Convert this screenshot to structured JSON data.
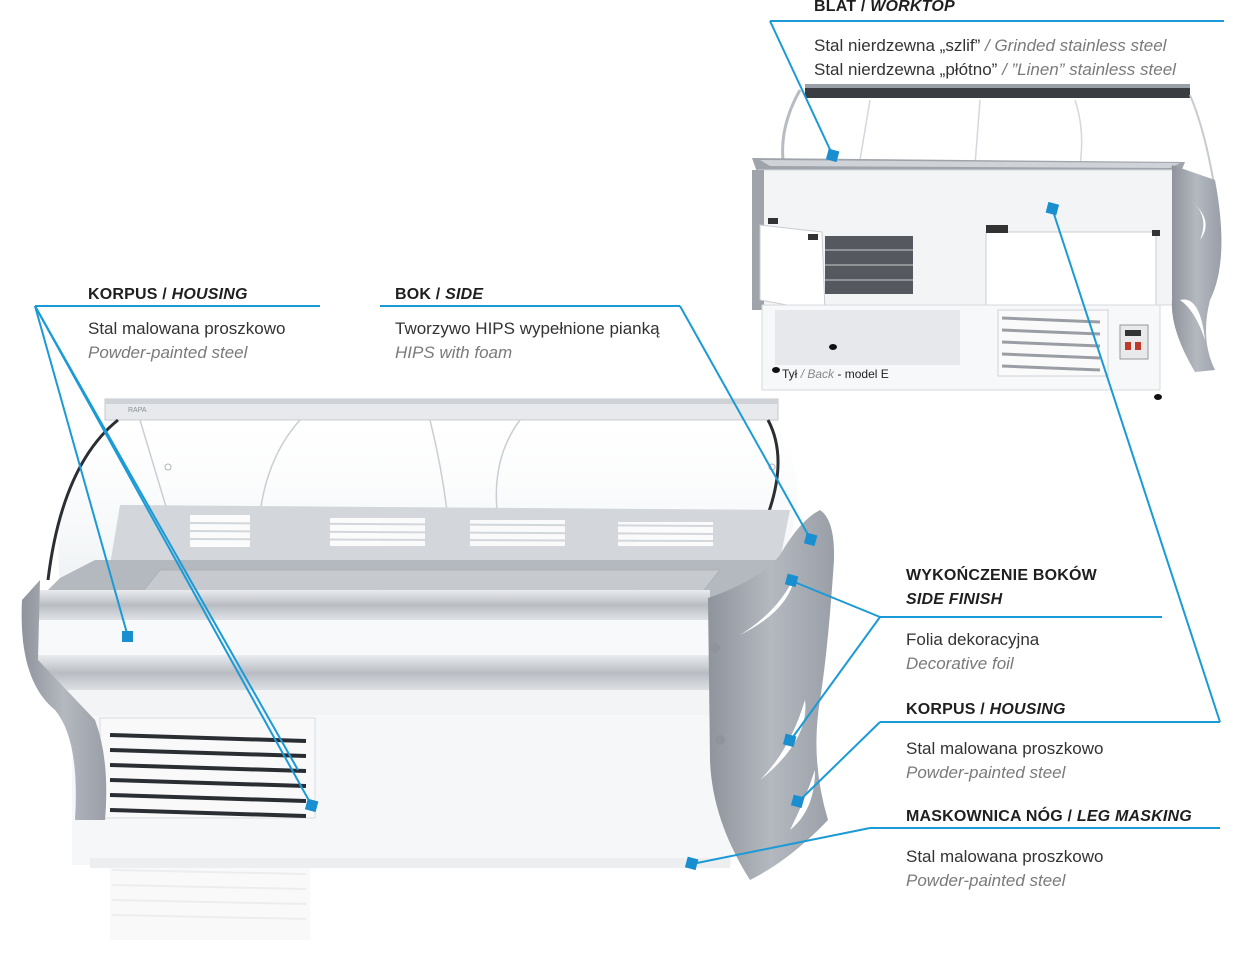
{
  "callouts": {
    "worktop": {
      "title_pl": "BLAT",
      "title_en": "WORKTOP",
      "line1_pl": "Stal nierdzewna „szlif”",
      "line1_en": "/ Grinded stainless steel",
      "line2_pl": "Stal nierdzewna „płótno”",
      "line2_en": "/ ”Linen” stainless steel"
    },
    "housing_left": {
      "title_pl": "KORPUS",
      "title_en": "HOUSING",
      "desc_pl": "Stal malowana proszkowo",
      "desc_en": "Powder-painted steel"
    },
    "side": {
      "title_pl": "BOK",
      "title_en": "SIDE",
      "desc_pl": "Tworzywo HIPS wypełnione pianką",
      "desc_en": "HIPS with foam"
    },
    "side_finish": {
      "title_pl": "WYKOŃCZENIE BOKÓW",
      "title_en": "SIDE FINISH",
      "desc_pl": "Folia dekoracyjna",
      "desc_en": "Decorative foil"
    },
    "housing_right": {
      "title_pl": "KORPUS",
      "title_en": "HOUSING",
      "desc_pl": "Stal malowana proszkowo",
      "desc_en": "Powder-painted steel"
    },
    "leg_masking": {
      "title_pl": "MASKOWNICA NÓG",
      "title_en": "LEG MASKING",
      "desc_pl": "Stal malowana proszkowo",
      "desc_en": "Powder-painted steel"
    }
  },
  "back_view": {
    "label_pl": "Tył",
    "label_en": "/ Back",
    "model": "- model E"
  },
  "brand_logo_text": "RAPA",
  "colors": {
    "leader": "#1a9ad6",
    "marker": "#1a8fd0",
    "side_panel": "#a3a8b0",
    "body_white": "#f5f6f7"
  }
}
